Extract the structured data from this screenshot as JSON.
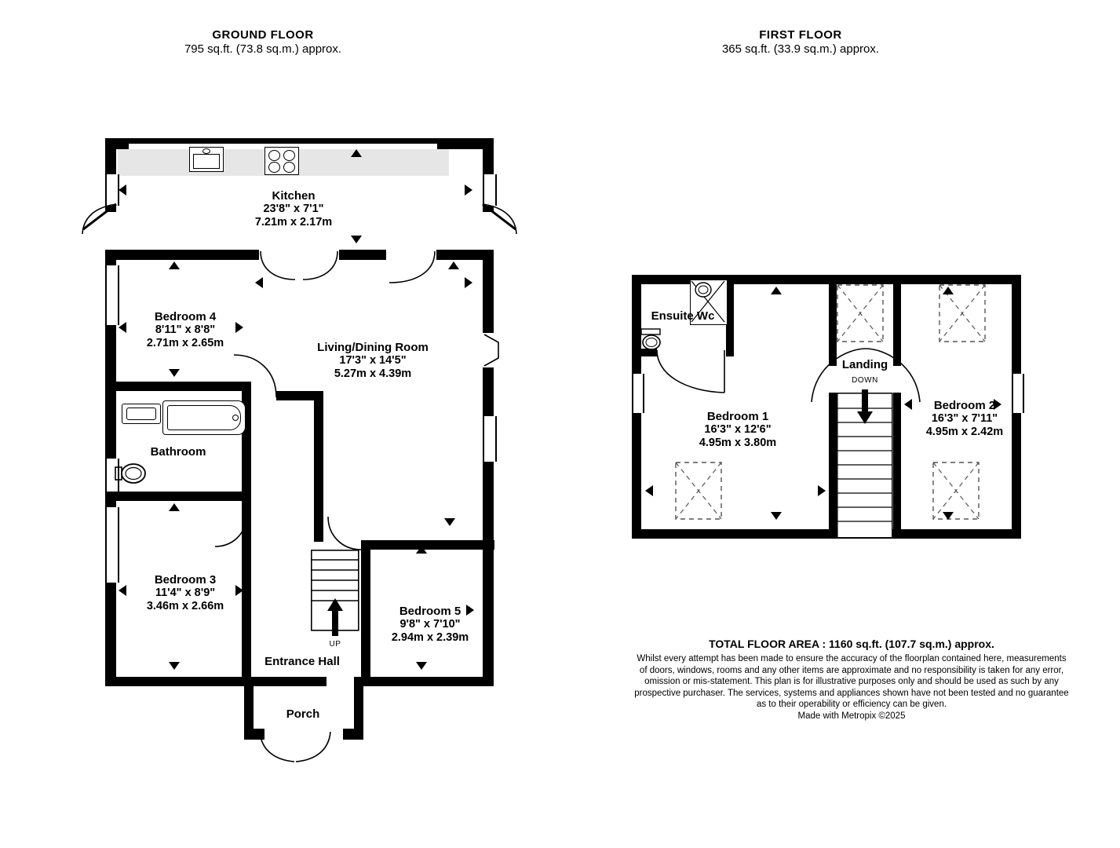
{
  "floors": [
    {
      "title": "GROUND FLOOR",
      "area": "795 sq.ft. (73.8 sq.m.) approx.",
      "rooms": [
        {
          "name": "Kitchen",
          "imperial": "23'8\"  x 7'1\"",
          "metric": "7.21m  x 2.17m"
        },
        {
          "name": "Bedroom 4",
          "imperial": "8'11\"  x 8'8\"",
          "metric": "2.71m  x 2.65m"
        },
        {
          "name": "Living/Dining Room",
          "imperial": "17'3\"  x 14'5\"",
          "metric": "5.27m  x 4.39m"
        },
        {
          "name": "Bathroom",
          "imperial": "",
          "metric": ""
        },
        {
          "name": "Bedroom 3",
          "imperial": "11'4\"  x 8'9\"",
          "metric": "3.46m  x 2.66m"
        },
        {
          "name": "Bedroom 5",
          "imperial": "9'8\"  x 7'10\"",
          "metric": "2.94m  x 2.39m"
        },
        {
          "name": "Entrance Hall",
          "imperial": "",
          "metric": ""
        },
        {
          "name": "Porch",
          "imperial": "",
          "metric": ""
        }
      ],
      "stair_label": "UP"
    },
    {
      "title": "FIRST FLOOR",
      "area": "365 sq.ft. (33.9 sq.m.) approx.",
      "rooms": [
        {
          "name": "Ensuite Wc",
          "imperial": "",
          "metric": ""
        },
        {
          "name": "Landing",
          "imperial": "",
          "metric": ""
        },
        {
          "name": "Bedroom 1",
          "imperial": "16'3\"  x 12'6\"",
          "metric": "4.95m  x 3.80m"
        },
        {
          "name": "Bedroom 2",
          "imperial": "16'3\"  x 7'11\"",
          "metric": "4.95m  x 2.42m"
        }
      ],
      "stair_label": "DOWN"
    }
  ],
  "footer": {
    "total": "TOTAL FLOOR AREA : 1160 sq.ft. (107.7 sq.m.) approx.",
    "disclaimer_line1": "Whilst every attempt has been made to ensure the accuracy of the floorplan contained here, measurements",
    "disclaimer_line2": "of doors, windows, rooms and any other items are approximate and no responsibility is taken for any error,",
    "disclaimer_line3": "omission or mis-statement. This plan is for illustrative purposes only and should be used as such by any",
    "disclaimer_line4": "prospective purchaser. The services, systems and appliances shown have not been tested and no guarantee",
    "disclaimer_line5": "as to their operability or efficiency can be given.",
    "disclaimer_line6": "Made with Metropix ©2025"
  },
  "colors": {
    "wall": "#000000",
    "shade": "#e6e6e6",
    "fixture_stroke": "#000000",
    "dash": "#555555"
  }
}
